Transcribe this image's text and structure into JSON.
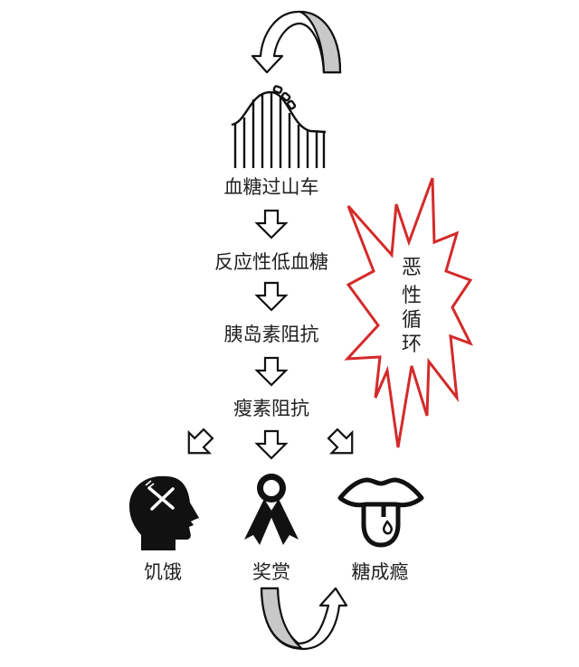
{
  "title": "血糖过山车",
  "steps": [
    "反应性低血糖",
    "胰岛素阻抗",
    "瘦素阻抗"
  ],
  "outcomes": [
    "饥饿",
    "奖赏",
    "糖成瘾"
  ],
  "callout": {
    "chars": [
      "恶",
      "性",
      "循",
      "环"
    ],
    "color": "#d42a2a"
  },
  "icons": [
    "roller-coaster-icon",
    "hungry-head-icon",
    "award-ribbon-icon",
    "tongue-mouth-icon",
    "cycle-arrow-icon",
    "down-arrow-icon"
  ],
  "colors": {
    "arrow_fill": "#c8c8c8",
    "line": "#111111"
  }
}
